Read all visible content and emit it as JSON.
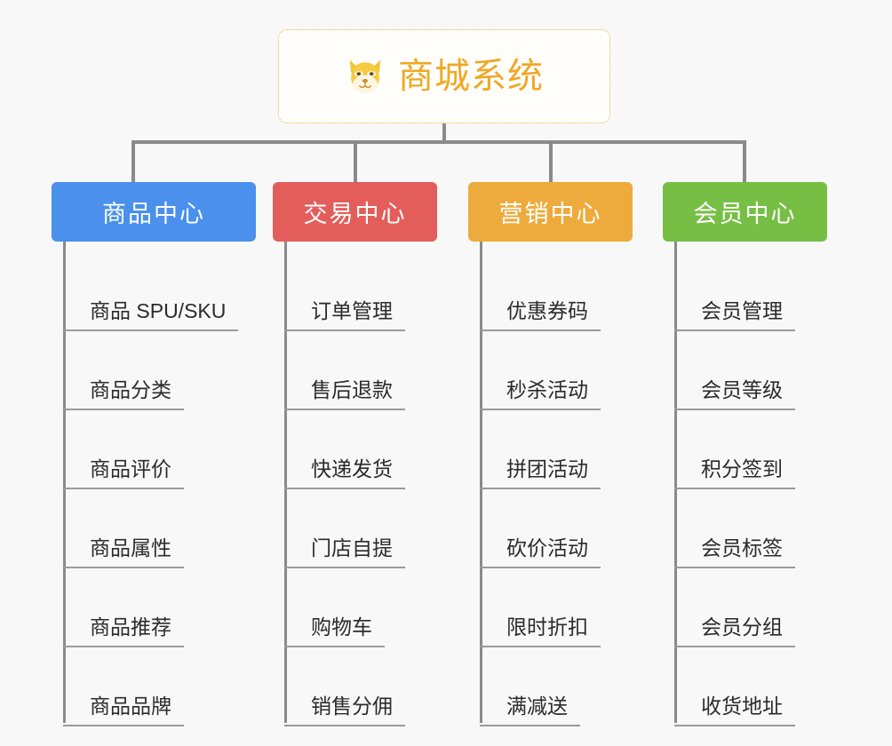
{
  "root": {
    "title": "商城系统",
    "icon": "shiba-dog-icon",
    "accent_color": "#efa825",
    "border_color": "#e8b34a",
    "background": "#fffefb"
  },
  "canvas": {
    "background": "#f8f8f8",
    "line_color": "#8a8a8a"
  },
  "branches": [
    {
      "label": "商品中心",
      "color": "#4a90ec",
      "items": [
        "商品 SPU/SKU",
        "商品分类",
        "商品评价",
        "商品属性",
        "商品推荐",
        "商品品牌"
      ]
    },
    {
      "label": "交易中心",
      "color": "#e35d5b",
      "items": [
        "订单管理",
        "售后退款",
        "快递发货",
        "门店自提",
        "购物车",
        "销售分佣"
      ]
    },
    {
      "label": "营销中心",
      "color": "#eeab3d",
      "items": [
        "优惠券码",
        "秒杀活动",
        "拼团活动",
        "砍价活动",
        "限时折扣",
        "满减送"
      ]
    },
    {
      "label": "会员中心",
      "color": "#76bf44",
      "items": [
        "会员管理",
        "会员等级",
        "积分签到",
        "会员标签",
        "会员分组",
        "收货地址"
      ]
    }
  ]
}
